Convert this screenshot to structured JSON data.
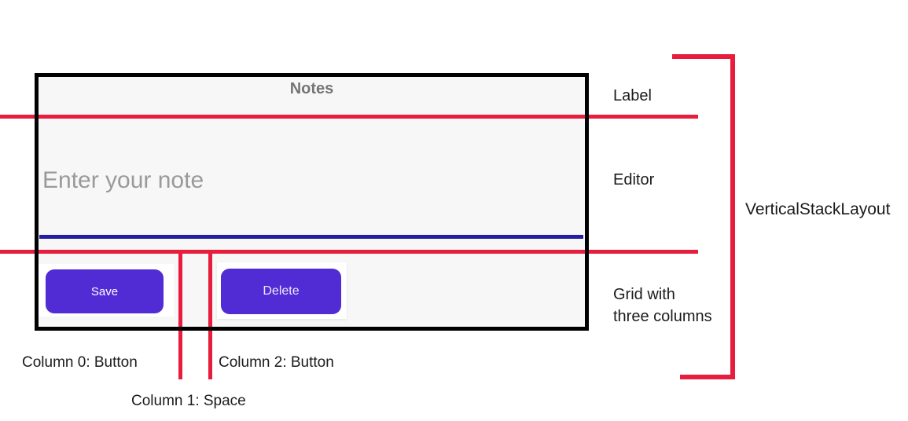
{
  "colors": {
    "red": "#e81c3c",
    "purple": "#512bd4",
    "navy": "#241f9f",
    "frame_bg": "#f7f7f7",
    "card": "#ffffff",
    "title_gray": "#757575",
    "placeholder_gray": "#9a9a9a",
    "annotation_text": "#1b1b1b",
    "frame_border": "#000000"
  },
  "phone": {
    "title": "Notes",
    "editor_placeholder": "Enter your note",
    "save_label": "Save",
    "delete_label": "Delete"
  },
  "annotations": {
    "label": "Label",
    "editor": "Editor",
    "grid_line1": "Grid with",
    "grid_line2": "three columns",
    "vertical_stack": "VerticalStackLayout",
    "column0": "Column 0: Button",
    "column1": "Column 1: Space",
    "column2": "Column 2: Button"
  }
}
